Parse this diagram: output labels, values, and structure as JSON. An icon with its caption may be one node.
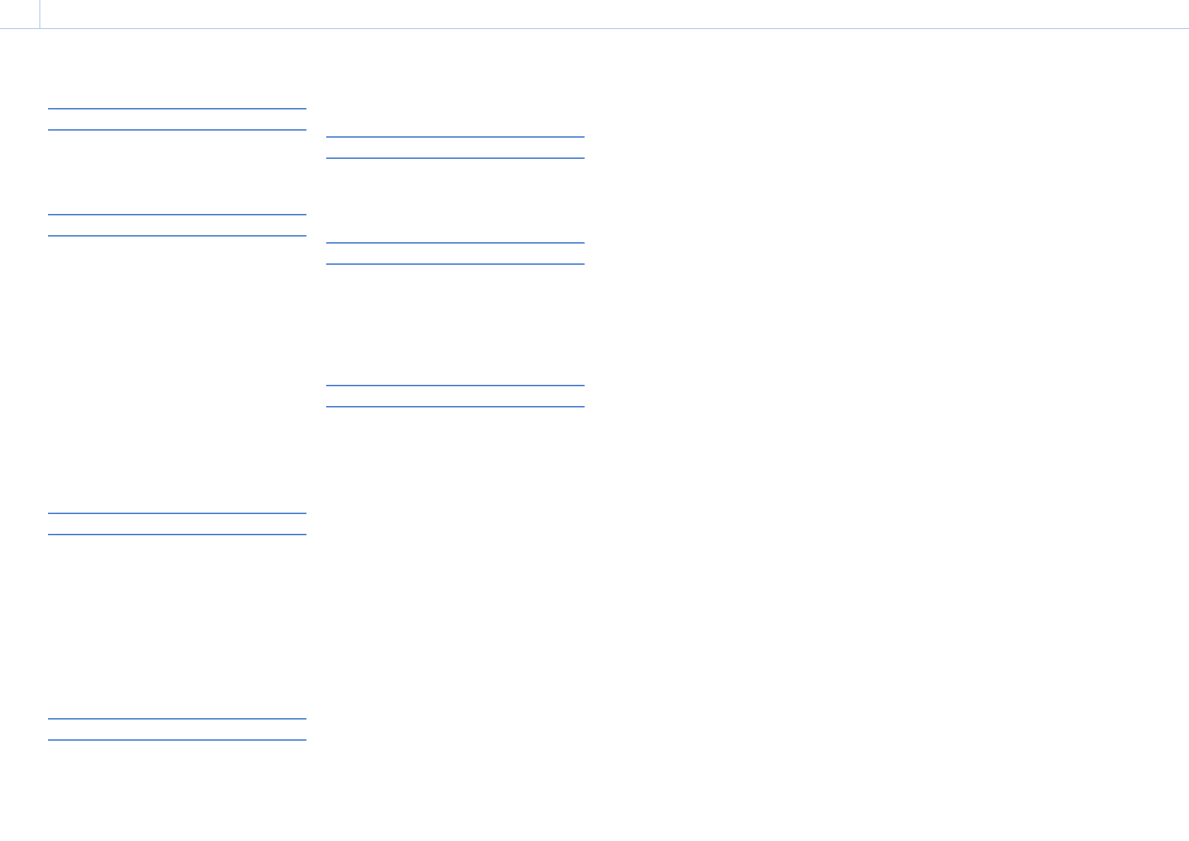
{
  "diagram": {
    "nodes": [
      {
        "text": [],
        "shape": "band"
      },
      {
        "text": [],
        "shape": "band"
      },
      {
        "text": [],
        "shape": "band"
      },
      {
        "text": [],
        "shape": "band"
      },
      {
        "text": [],
        "shape": "band"
      },
      {
        "text": [],
        "shape": "band"
      },
      {
        "text": [],
        "shape": "band"
      }
    ]
  }
}
